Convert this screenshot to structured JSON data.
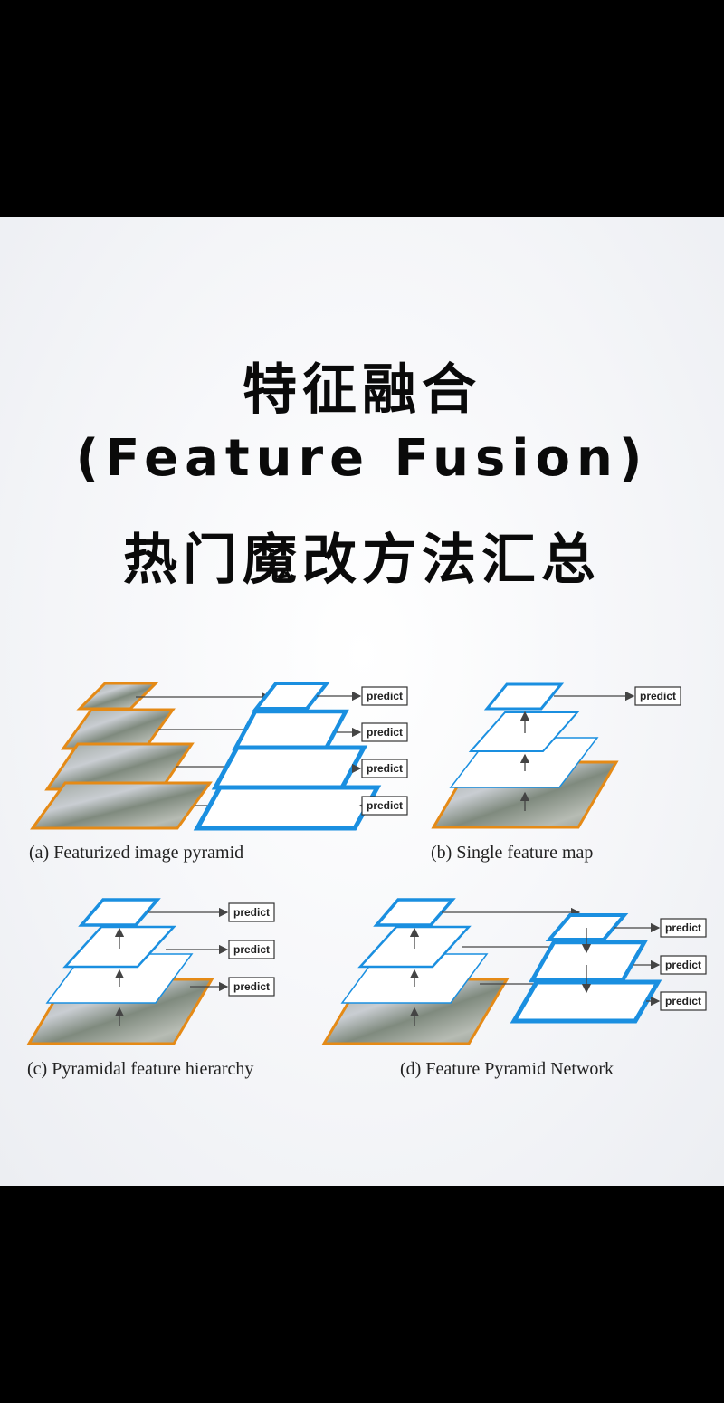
{
  "title": {
    "line1": "特征融合",
    "line2": "(Feature Fusion)",
    "line3": "热门魔改方法汇总"
  },
  "predict_label": "predict",
  "captions": {
    "a": "(a) Featurized image pyramid",
    "b": "(b) Single feature map",
    "c": "(c) Pyramidal feature hierarchy",
    "d": "(d) Feature Pyramid Network"
  },
  "colors": {
    "feature_map": "#1a8fe0",
    "image_border": "#e58a16",
    "background": "#f4f5f8"
  }
}
